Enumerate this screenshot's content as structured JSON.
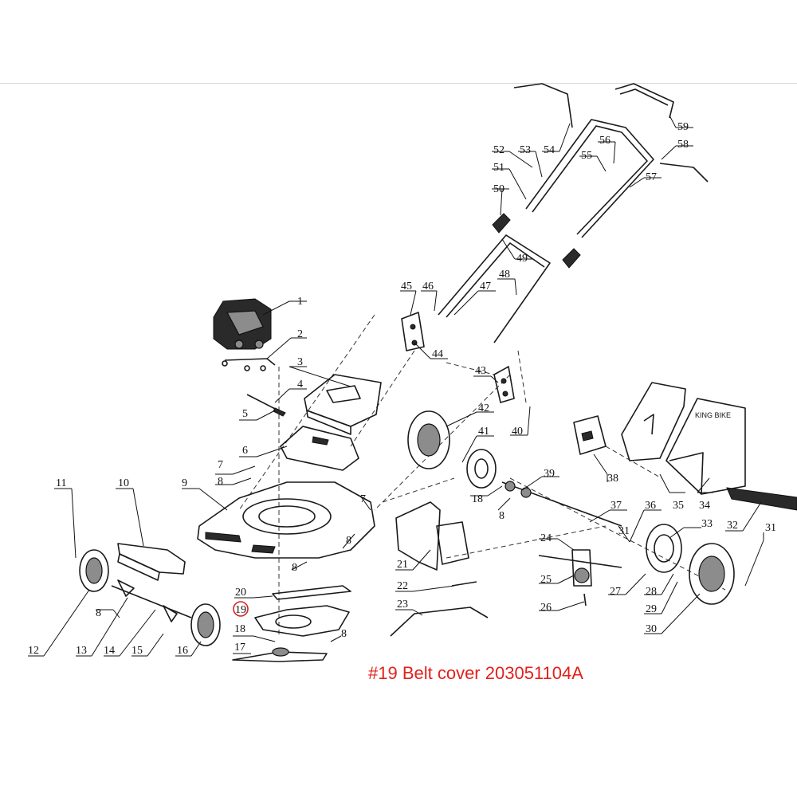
{
  "caption": "#19 Belt cover  203051104A",
  "highlight_number": "19",
  "colors": {
    "caption": "#e3201b",
    "lines": "#1a1a1a"
  },
  "callouts": [
    "1",
    "2",
    "3",
    "4",
    "5",
    "6",
    "7",
    "7",
    "8",
    "8",
    "8",
    "8",
    "8",
    "8",
    "9",
    "10",
    "11",
    "12",
    "13",
    "14",
    "15",
    "16",
    "17",
    "18",
    "18",
    "19",
    "20",
    "21",
    "22",
    "23",
    "24",
    "25",
    "26",
    "27",
    "28",
    "29",
    "30",
    "31",
    "31",
    "32",
    "33",
    "34",
    "35",
    "36",
    "37",
    "38",
    "39",
    "40",
    "41",
    "42",
    "43",
    "44",
    "45",
    "46",
    "47",
    "48",
    "49",
    "50",
    "51",
    "52",
    "53",
    "54",
    "55",
    "56",
    "57",
    "58",
    "59"
  ],
  "brand_mark": "KING BIKE"
}
